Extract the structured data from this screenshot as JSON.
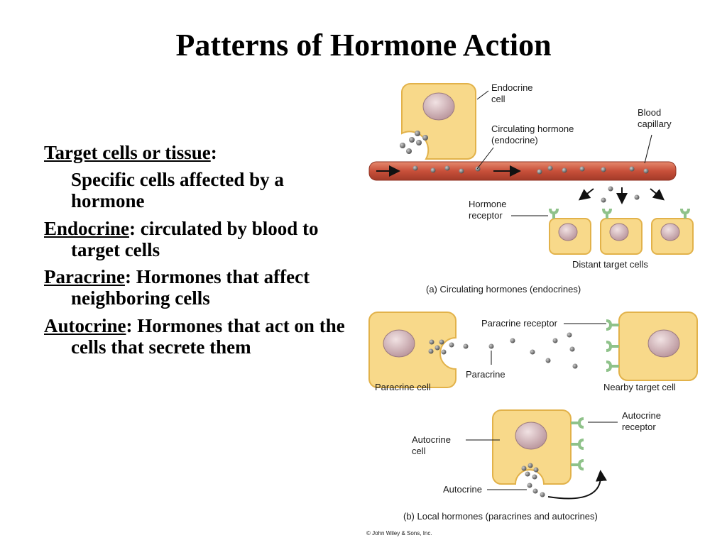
{
  "title": "Patterns of Hormone Action",
  "bullets": {
    "target": {
      "term": "Target cells or tissue",
      "rest": ":"
    },
    "target_sub": "Specific cells affected by a hormone",
    "endocrine": {
      "term": "Endocrine",
      "rest": ": circulated by blood to target cells"
    },
    "paracrine": {
      "term": "Paracrine",
      "rest": ": Hormones that affect neighboring cells"
    },
    "autocrine": {
      "term": "Autocrine",
      "rest": ":  Hormones that act on the cells that secrete them"
    }
  },
  "figure": {
    "endocrine_cell_l1": "Endocrine",
    "endocrine_cell_l2": "cell",
    "circulating_l1": "Circulating hormone",
    "circulating_l2": "(endocrine)",
    "blood_l1": "Blood",
    "blood_l2": "capillary",
    "receptor_l1": "Hormone",
    "receptor_l2": "receptor",
    "distant_targets": "Distant target cells",
    "caption_a": "(a) Circulating hormones (endocrines)",
    "paracrine_receptor": "Paracrine receptor",
    "paracrine": "Paracrine",
    "paracrine_cell": "Paracrine cell",
    "nearby_target": "Nearby target cell",
    "autocrine_receptor_l1": "Autocrine",
    "autocrine_receptor_l2": "receptor",
    "autocrine_cell_l1": "Autocrine",
    "autocrine_cell_l2": "cell",
    "autocrine": "Autocrine",
    "caption_b": "(b) Local hormones (paracrines and autocrines)",
    "copyright": "© John Wiley & Sons, Inc."
  },
  "colors": {
    "cell_fill": "#f8d98a",
    "cell_stroke": "#e2b24a",
    "nucleus": "#c9a5a9",
    "vessel": "#c8503a",
    "receptor": "#8fc28a"
  }
}
